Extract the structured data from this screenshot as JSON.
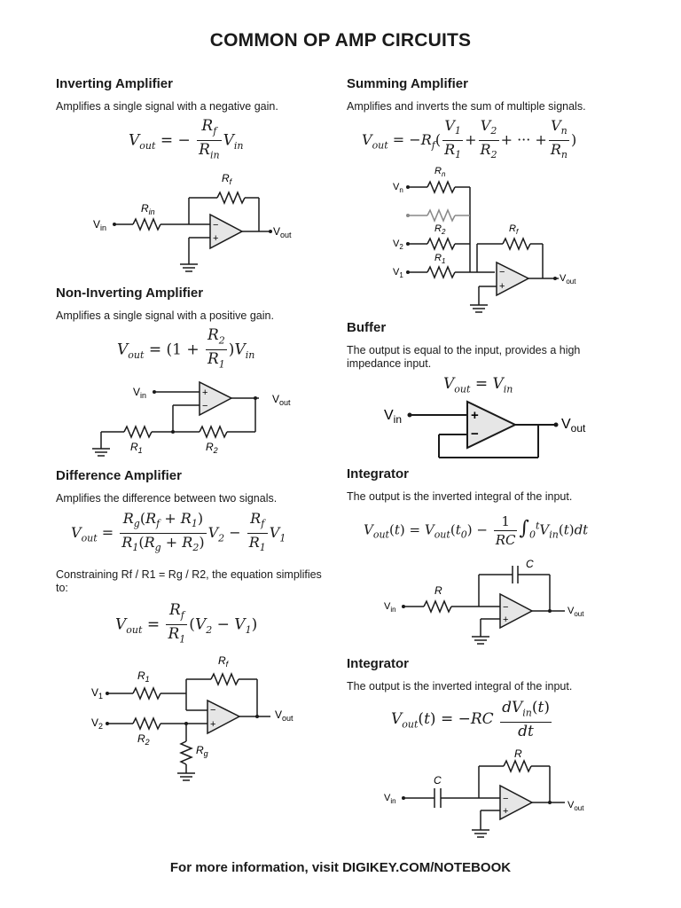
{
  "title": "COMMON OP AMP CIRCUITS",
  "sections": {
    "inverting": {
      "title": "Inverting Amplifier",
      "desc": "Amplifies a single signal with a negative gain."
    },
    "noninverting": {
      "title": "Non-Inverting Amplifier",
      "desc": "Amplifies a single signal with a positive gain."
    },
    "difference": {
      "title": "Difference Amplifier",
      "desc": "Amplifies the difference between two signals.",
      "note": "Constraining Rf / R1 = Rg / R2, the equation simplifies to:"
    },
    "summing": {
      "title": "Summing Amplifier",
      "desc": "Amplifies and inverts the sum of multiple signals."
    },
    "buffer": {
      "title": "Buffer",
      "desc": "The output is equal to the input, provides a high impedance input."
    },
    "integrator": {
      "title": "Integrator",
      "desc": "The output is the inverted integral of the input."
    },
    "integrator2": {
      "title": "Integrator",
      "desc": "The output is the inverted integral of the input."
    }
  },
  "labels": {
    "vin": "V",
    "vin_sub": "in",
    "vout": "V",
    "vout_sub": "out",
    "rf": "R",
    "rf_sub": "f",
    "rin": "R",
    "rin_sub": "in",
    "r1": "R",
    "r1_sub": "1",
    "r2": "R",
    "r2_sub": "2",
    "rg": "R",
    "rg_sub": "g",
    "rn": "R",
    "rn_sub": "n",
    "v1": "V",
    "v1_sub": "1",
    "v2": "V",
    "v2_sub": "2",
    "vn": "V",
    "vn_sub": "n",
    "r": "R",
    "c": "C",
    "plus": "+",
    "minus": "−"
  },
  "footer": "For more information, visit DIGIKEY.COM/NOTEBOOK"
}
